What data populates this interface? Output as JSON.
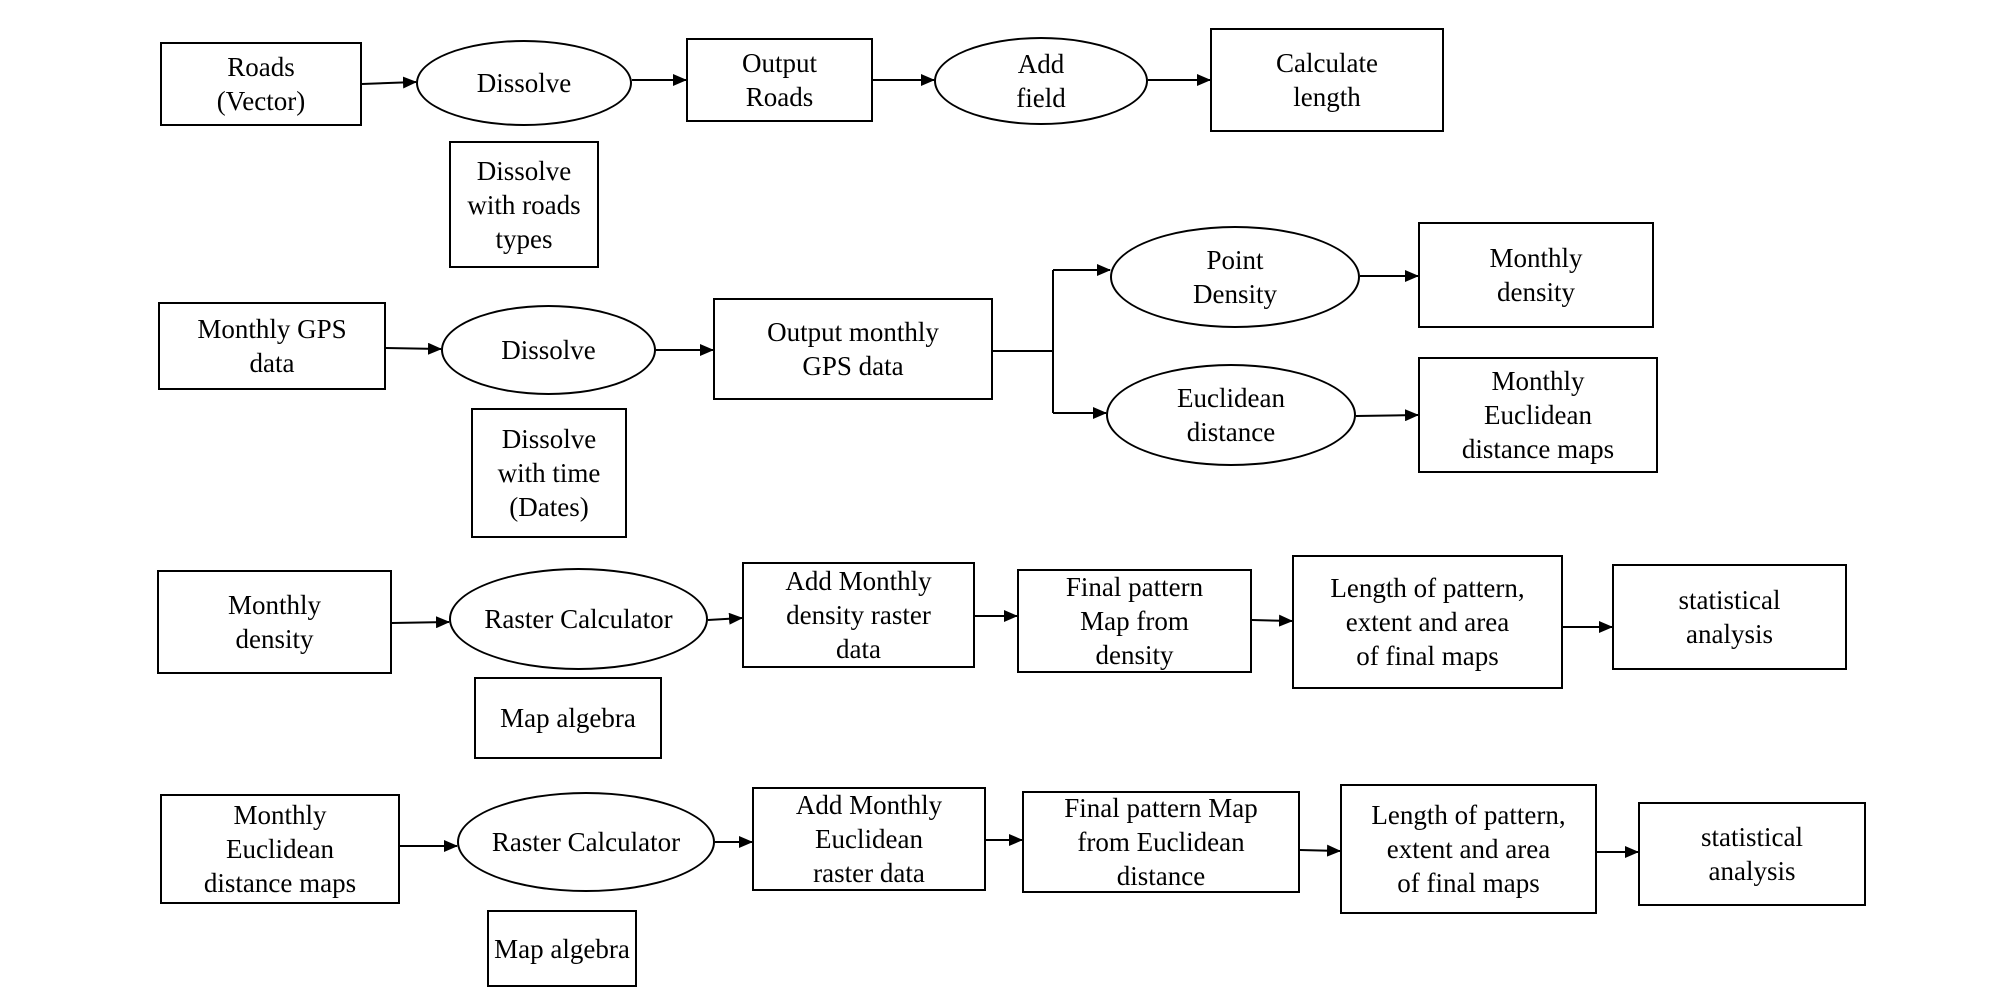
{
  "nodes": {
    "roads_vector": "Roads\n(Vector)",
    "dissolve_1": "Dissolve",
    "output_roads": "Output\nRoads",
    "add_field": "Add\nfield",
    "calculate_length": "Calculate\nlength",
    "dissolve_roads_types": "Dissolve\nwith roads\ntypes",
    "monthly_gps_data": "Monthly GPS\ndata",
    "dissolve_2": "Dissolve",
    "output_monthly_gps": "Output monthly\nGPS data",
    "point_density": "Point\nDensity",
    "euclidean_distance": "Euclidean\ndistance",
    "monthly_density_out": "Monthly\ndensity",
    "monthly_euclidean_out": "Monthly\nEuclidean\ndistance maps",
    "dissolve_time_dates": "Dissolve\nwith time\n(Dates)",
    "monthly_density_in": "Monthly\ndensity",
    "raster_calc_1": "Raster Calculator",
    "add_monthly_density_raster": "Add Monthly\ndensity raster\ndata",
    "final_pattern_density": "Final pattern\nMap from\ndensity",
    "length_pattern_1": "Length of pattern,\nextent and area\nof final maps",
    "statistical_analysis_1": "statistical\nanalysis",
    "map_algebra_1": "Map algebra",
    "monthly_euclidean_in": "Monthly\nEuclidean\ndistance maps",
    "raster_calc_2": "Raster Calculator",
    "add_monthly_euclidean_raster": "Add Monthly\nEuclidean\nraster data",
    "final_pattern_euclidean": "Final pattern Map\nfrom Euclidean\ndistance",
    "length_pattern_2": "Length of pattern,\nextent and area\nof final maps",
    "statistical_analysis_2": "statistical\nanalysis",
    "map_algebra_2": "Map algebra"
  }
}
